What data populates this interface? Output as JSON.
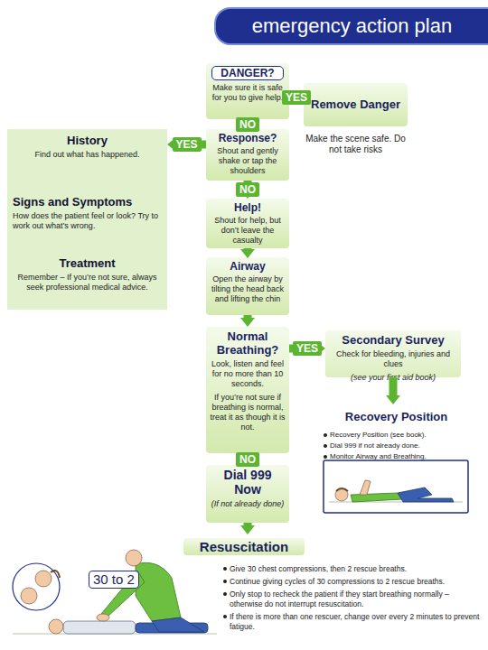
{
  "diagram": {
    "title": "emergency action plan",
    "nodes": [
      {
        "text": [
          "DANGER?",
          "Make sure it is safe for you to give help."
        ]
      },
      {
        "text": [
          "Remove Danger",
          "Make the scene safe. Do not take risks"
        ]
      },
      {
        "text": [
          "Response?",
          "Shout and gently shake or tap the shoulders"
        ]
      },
      {
        "text": [
          "History",
          "Find out what has happened."
        ]
      },
      {
        "text": [
          "Signs and Symptoms",
          "How does the patient feel or look? Try to work out what’s wrong."
        ]
      },
      {
        "text": [
          "Treatment",
          "Remember – If you’re not sure, always seek professional medical advice."
        ]
      },
      {
        "text": [
          "Help!",
          "Shout for help, but don’t leave the casualty"
        ]
      },
      {
        "text": [
          "Airway",
          "Open the airway by tilting the head back and lifting the chin"
        ]
      },
      {
        "text": [
          "Normal Breathing?",
          "Look, listen and feel for no more than 10 seconds.",
          "If you’re not sure if breathing is normal, treat it as though it is not."
        ]
      },
      {
        "text": [
          "Secondary Survey",
          "Check for bleeding, injuries and clues",
          "(see your first aid book)"
        ]
      },
      {
        "text": [
          "Recovery Position",
          "Recovery Position (see book).",
          "Dial 999 if not already done.",
          "Monitor Airway and Breathing."
        ]
      },
      {
        "text": [
          "Dial 999 Now",
          "(If not already done)"
        ]
      },
      {
        "text": [
          "Resuscitation",
          "Give 30 chest compressions, then 2 rescue breaths.",
          "Continue giving cycles of 30 compressions to 2 rescue breaths.",
          "Only stop to recheck the patient if they start breathing normally – otherwise do not interrupt resuscitation.",
          "If there is more than one rescuer, change over every 2 minutes to prevent fatigue."
        ]
      }
    ],
    "edges": [
      {
        "from": 0,
        "to": 1,
        "label": "YES",
        "arrow": "to"
      },
      {
        "from": 0,
        "to": 2,
        "label": "NO",
        "arrow": "to"
      },
      {
        "from": 2,
        "to": 3,
        "label": "YES",
        "arrow": "to"
      },
      {
        "from": 2,
        "to": 6,
        "label": "NO",
        "arrow": "to"
      },
      {
        "from": 6,
        "to": 7,
        "arrow": "to"
      },
      {
        "from": 7,
        "to": 8,
        "arrow": "to"
      },
      {
        "from": 8,
        "to": 9,
        "label": "YES",
        "arrow": "to"
      },
      {
        "from": 8,
        "to": 11,
        "label": "NO",
        "arrow": "to"
      },
      {
        "from": 9,
        "to": 10,
        "arrow": "to"
      },
      {
        "from": 11,
        "to": 12,
        "arrow": "to"
      }
    ],
    "labels": [
      "30 to 2"
    ]
  }
}
